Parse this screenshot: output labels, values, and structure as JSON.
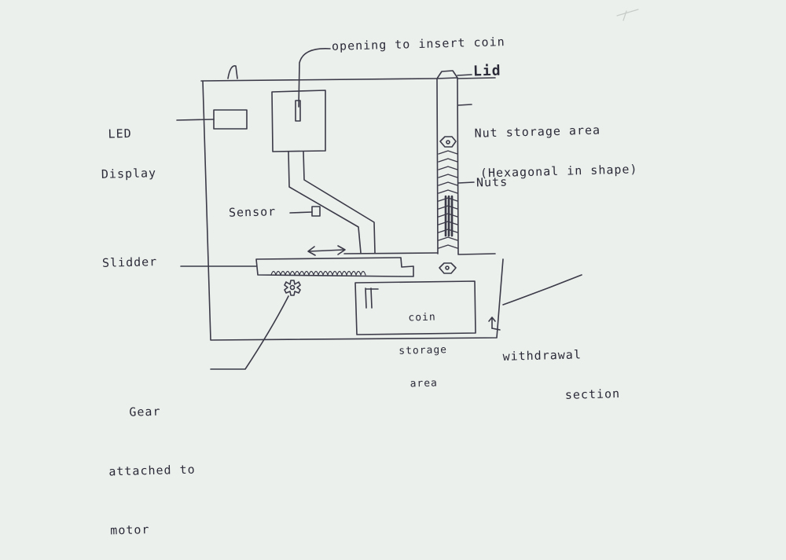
{
  "colors": {
    "paper": "#ecf0ec",
    "ink": "#3a3a48"
  },
  "labels": {
    "led_display_line1": "LED",
    "led_display_line2": "Display",
    "opening": "opening to insert coin",
    "lid": "Lid",
    "nut_storage_line1": "Nut storage area",
    "nut_storage_line2": "(Hexagonal in shape)",
    "nuts": "Nuts",
    "sensor": "Sensor",
    "slidder": "Slidder",
    "coin_storage_line1": "coin",
    "coin_storage_line2": "storage",
    "coin_storage_line3": "area",
    "withdrawal_line1": "withdrawal",
    "withdrawal_line2": "section",
    "gear_line1": "Gear",
    "gear_line2": "attached to",
    "gear_line3": "motor"
  }
}
